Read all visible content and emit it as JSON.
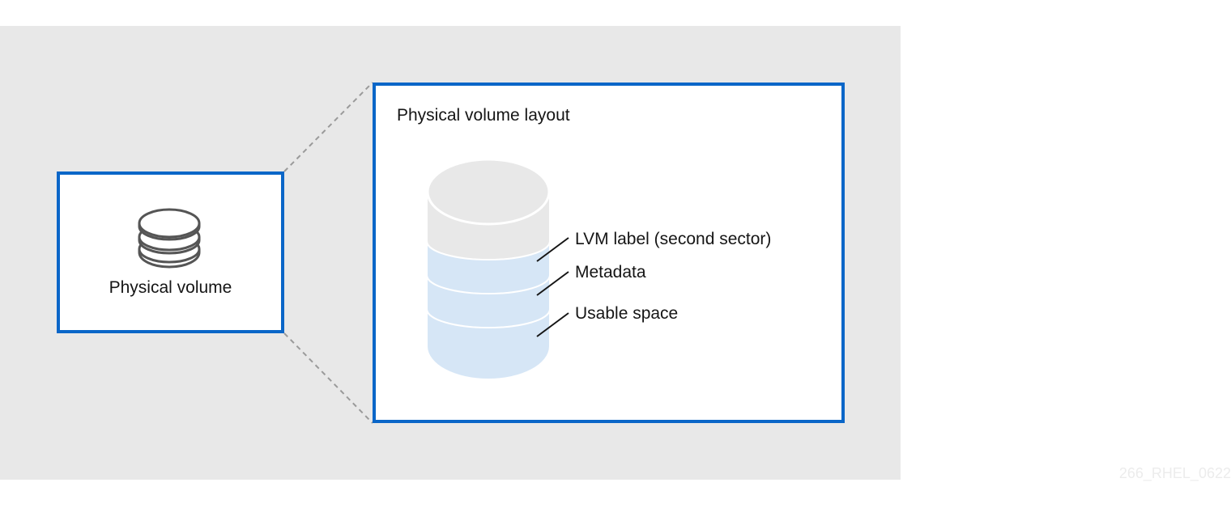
{
  "physical_volume": {
    "label": "Physical volume",
    "icon": "database-stack-icon"
  },
  "layout": {
    "title": "Physical volume layout",
    "layers": [
      {
        "label": "LVM label",
        "note": "(second sector)"
      },
      {
        "label": "Metadata"
      },
      {
        "label": "Usable space"
      }
    ]
  },
  "image_id": "266_RHEL_0622",
  "colors": {
    "accent_border": "#0a66c8",
    "panel_background": "#e8e8e8",
    "cylinder_top": "#e8e8e8",
    "cylinder_layers": "#d6e6f6",
    "text": "#151515"
  }
}
